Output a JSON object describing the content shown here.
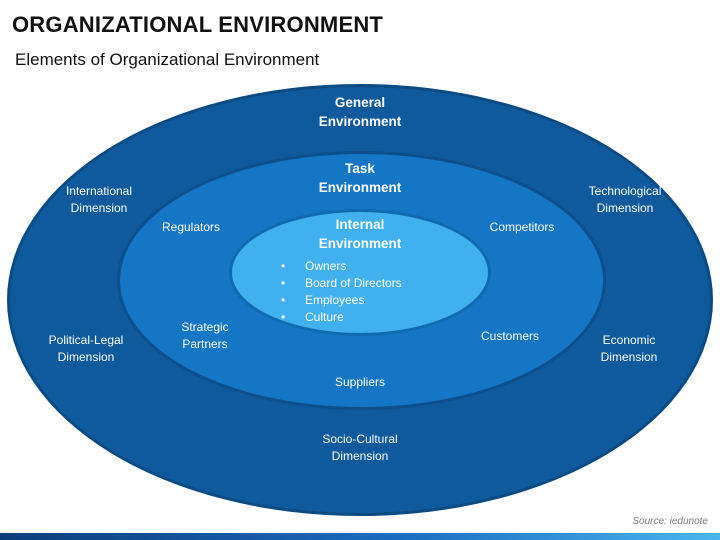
{
  "title": "ORGANIZATIONAL ENVIRONMENT",
  "subtitle": "Elements of Organizational Environment",
  "general": {
    "title": [
      "General",
      "Environment"
    ],
    "items": {
      "international": [
        "International",
        "Dimension"
      ],
      "technological": [
        "Technological",
        "Dimension"
      ],
      "political_legal": [
        "Political-Legal",
        "Dimension"
      ],
      "economic": [
        "Economic",
        "Dimension"
      ],
      "socio_cultural": [
        "Socio-Cultural",
        "Dimension"
      ]
    }
  },
  "task": {
    "title": [
      "Task",
      "Environment"
    ],
    "items": {
      "regulators": "Regulators",
      "competitors": "Competitors",
      "strategic_partners": [
        "Strategic",
        "Partners"
      ],
      "customers": "Customers",
      "suppliers": "Suppliers"
    }
  },
  "internal": {
    "title": [
      "Internal",
      "Environment"
    ],
    "items": [
      "Owners",
      "Board of Directors",
      "Employees",
      "Culture"
    ]
  },
  "source": "Source: iedunote",
  "colors": {
    "outer": "#0e5a9c",
    "middle": "#1476c4",
    "inner": "#40b0ee",
    "text": "#ffffff"
  }
}
